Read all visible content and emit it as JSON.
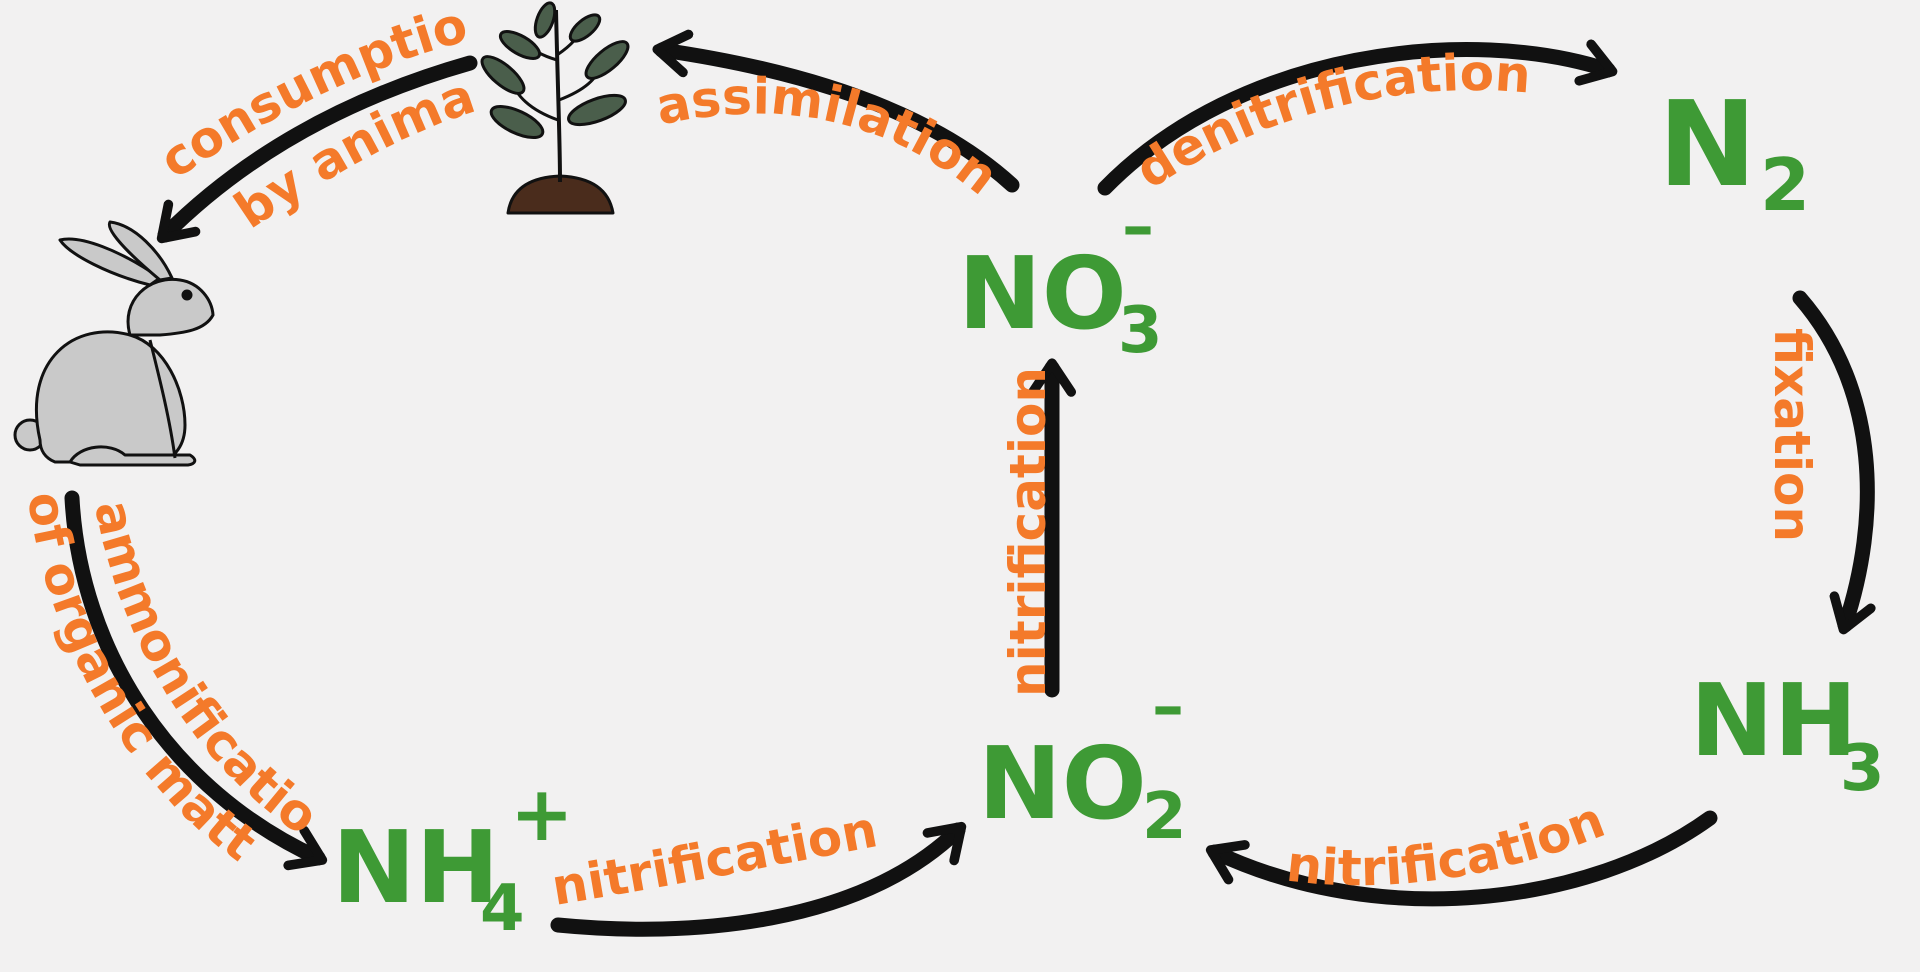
{
  "nodes": {
    "no3": {
      "main": "NO",
      "sub": "3",
      "sup": "–"
    },
    "no2": {
      "main": "NO",
      "sub": "2",
      "sup": "–"
    },
    "nh4": {
      "main": "NH",
      "sub": "4",
      "sup": "+"
    },
    "nh3": {
      "main": "NH",
      "sub": "3"
    },
    "n2": {
      "main": "N",
      "sub": "2"
    }
  },
  "processes": {
    "assimilation": "assimilation",
    "consumption_line1": "consumption",
    "consumption_line2": "by animal",
    "ammonification_line1": "ammonification",
    "ammonification_line2": "of organic matter",
    "nitrification_bottom_left": "nitrification",
    "nitrification_vertical": "nitrification",
    "nitrification_bottom_right": "nitrification",
    "denitrification": "denitrification",
    "fixation": "fixation"
  },
  "icons": {
    "plant": "plant-icon",
    "rabbit": "rabbit-icon"
  },
  "colors": {
    "chemical": "#3e9a35",
    "process_label": "#f47a2a",
    "arrow": "#111111",
    "background": "#f2f1f1"
  }
}
